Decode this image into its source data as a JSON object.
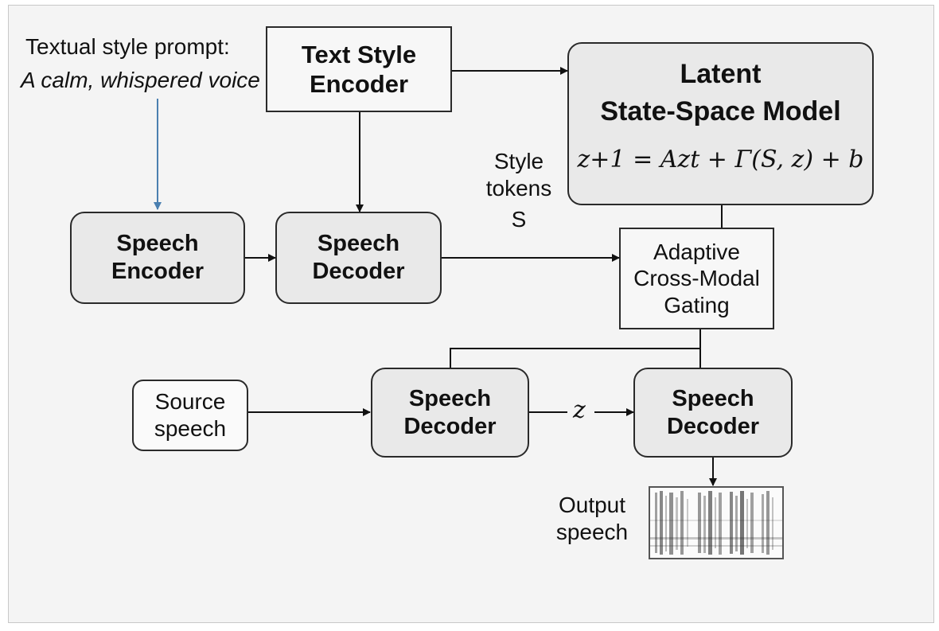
{
  "prompt": {
    "heading": "Textual style prompt:",
    "example": "A calm, whispered voice"
  },
  "blocks": {
    "text_style_encoder": [
      "Text Style",
      "Encoder"
    ],
    "latent_ssm": {
      "title": [
        "Latent",
        "State-Space Model"
      ],
      "equation": "z+1 = Azt + Γ(S, z) + b"
    },
    "speech_encoder": [
      "Speech",
      "Encoder"
    ],
    "speech_decoder_top": [
      "Speech",
      "Decoder"
    ],
    "adaptive_gating": [
      "Adaptive",
      "Cross-Modal",
      "Gating"
    ],
    "source_speech": [
      "Source",
      "speech"
    ],
    "speech_decoder_mid": [
      "Speech",
      "Decoder"
    ],
    "speech_decoder_right": [
      "Speech",
      "Decoder"
    ]
  },
  "labels": {
    "style_tokens": [
      "Style",
      "tokens"
    ],
    "style_symbol": "S",
    "z_symbol": "z",
    "output_speech": [
      "Output",
      "speech"
    ]
  },
  "colors": {
    "blue_arrow": "#4a7fb0",
    "line": "#111111",
    "box_fill": "#e9e9e9"
  }
}
